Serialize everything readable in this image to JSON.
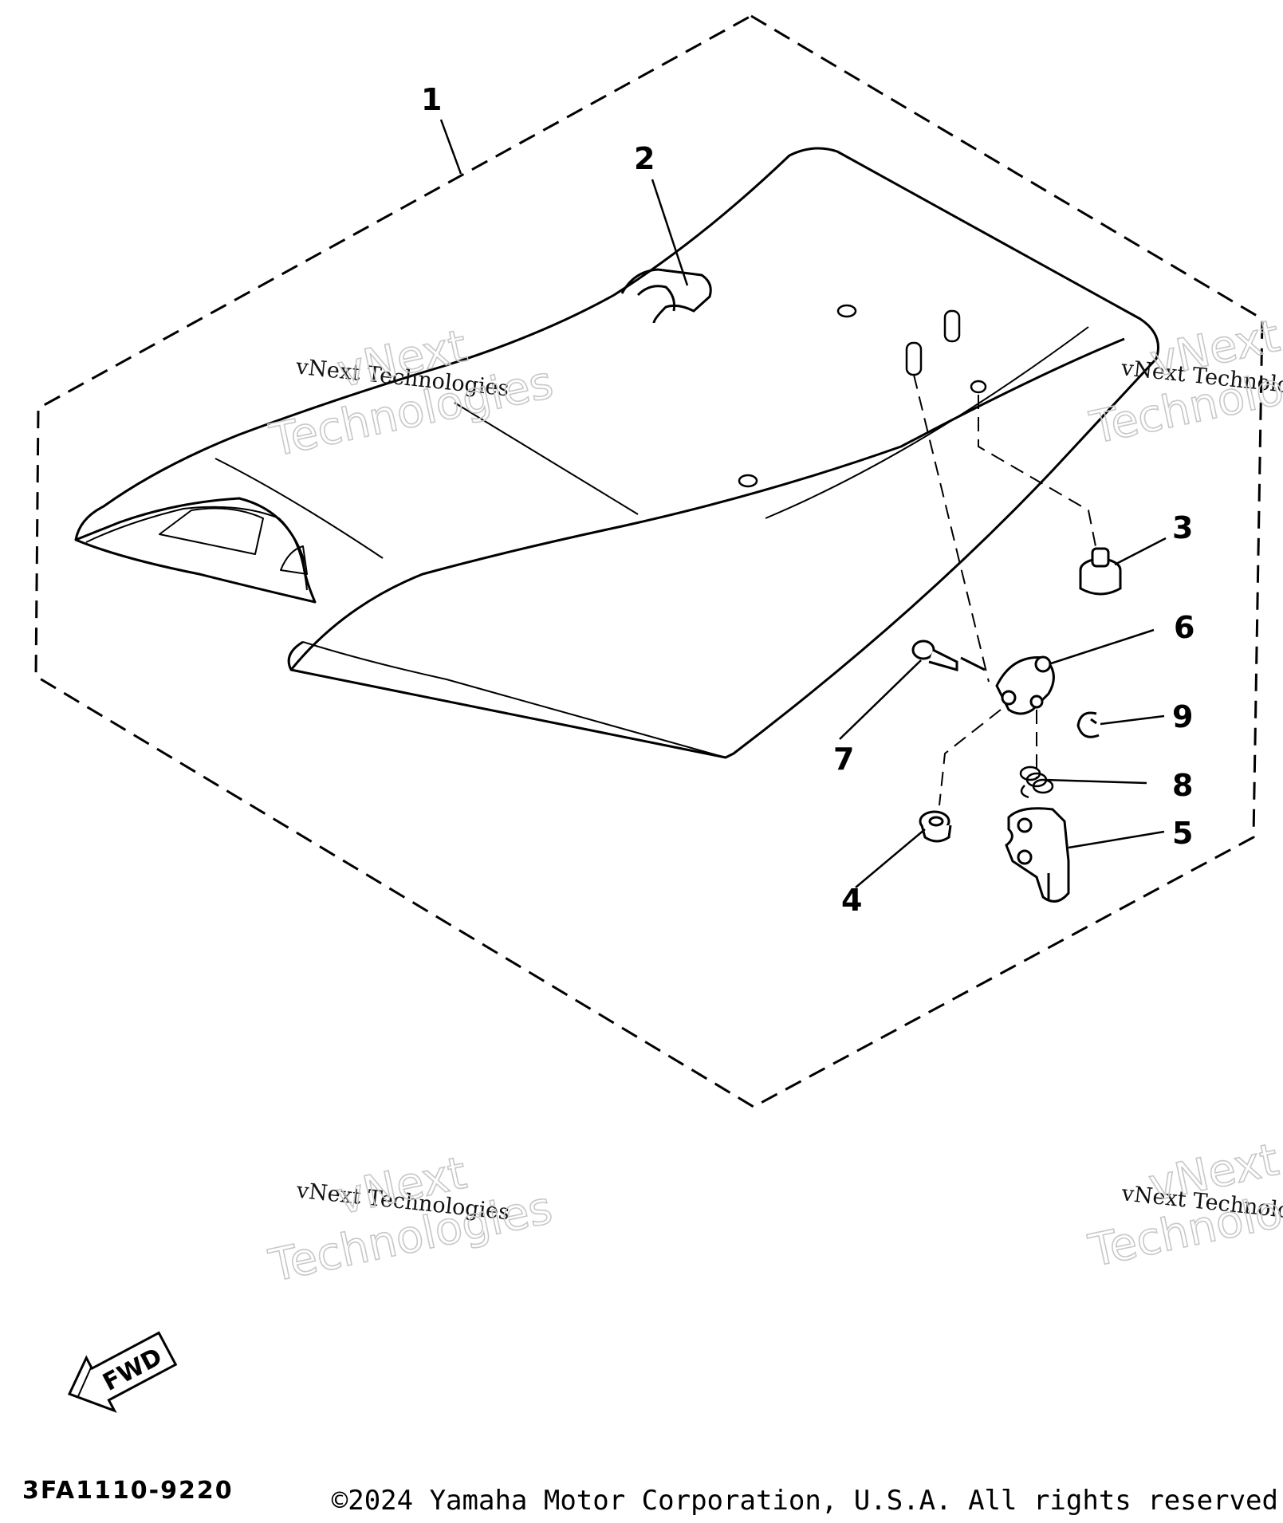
{
  "callouts": [
    {
      "id": "1",
      "label": "1"
    },
    {
      "id": "2",
      "label": "2"
    },
    {
      "id": "3",
      "label": "3"
    },
    {
      "id": "4",
      "label": "4"
    },
    {
      "id": "5",
      "label": "5"
    },
    {
      "id": "6",
      "label": "6"
    },
    {
      "id": "7",
      "label": "7"
    },
    {
      "id": "8",
      "label": "8"
    },
    {
      "id": "9",
      "label": "9"
    }
  ],
  "watermark": {
    "script": "vNext Technologies",
    "top": "vNext",
    "bottom": "Technologies"
  },
  "fwd_label": "FWD",
  "part_code": "3FA1110-9220",
  "copyright": "©2024 Yamaha Motor Corporation, U.S.A. All rights reserved",
  "colors": {
    "line": "#000000",
    "watermark_outline": "#c8c8c8",
    "background": "#ffffff"
  }
}
